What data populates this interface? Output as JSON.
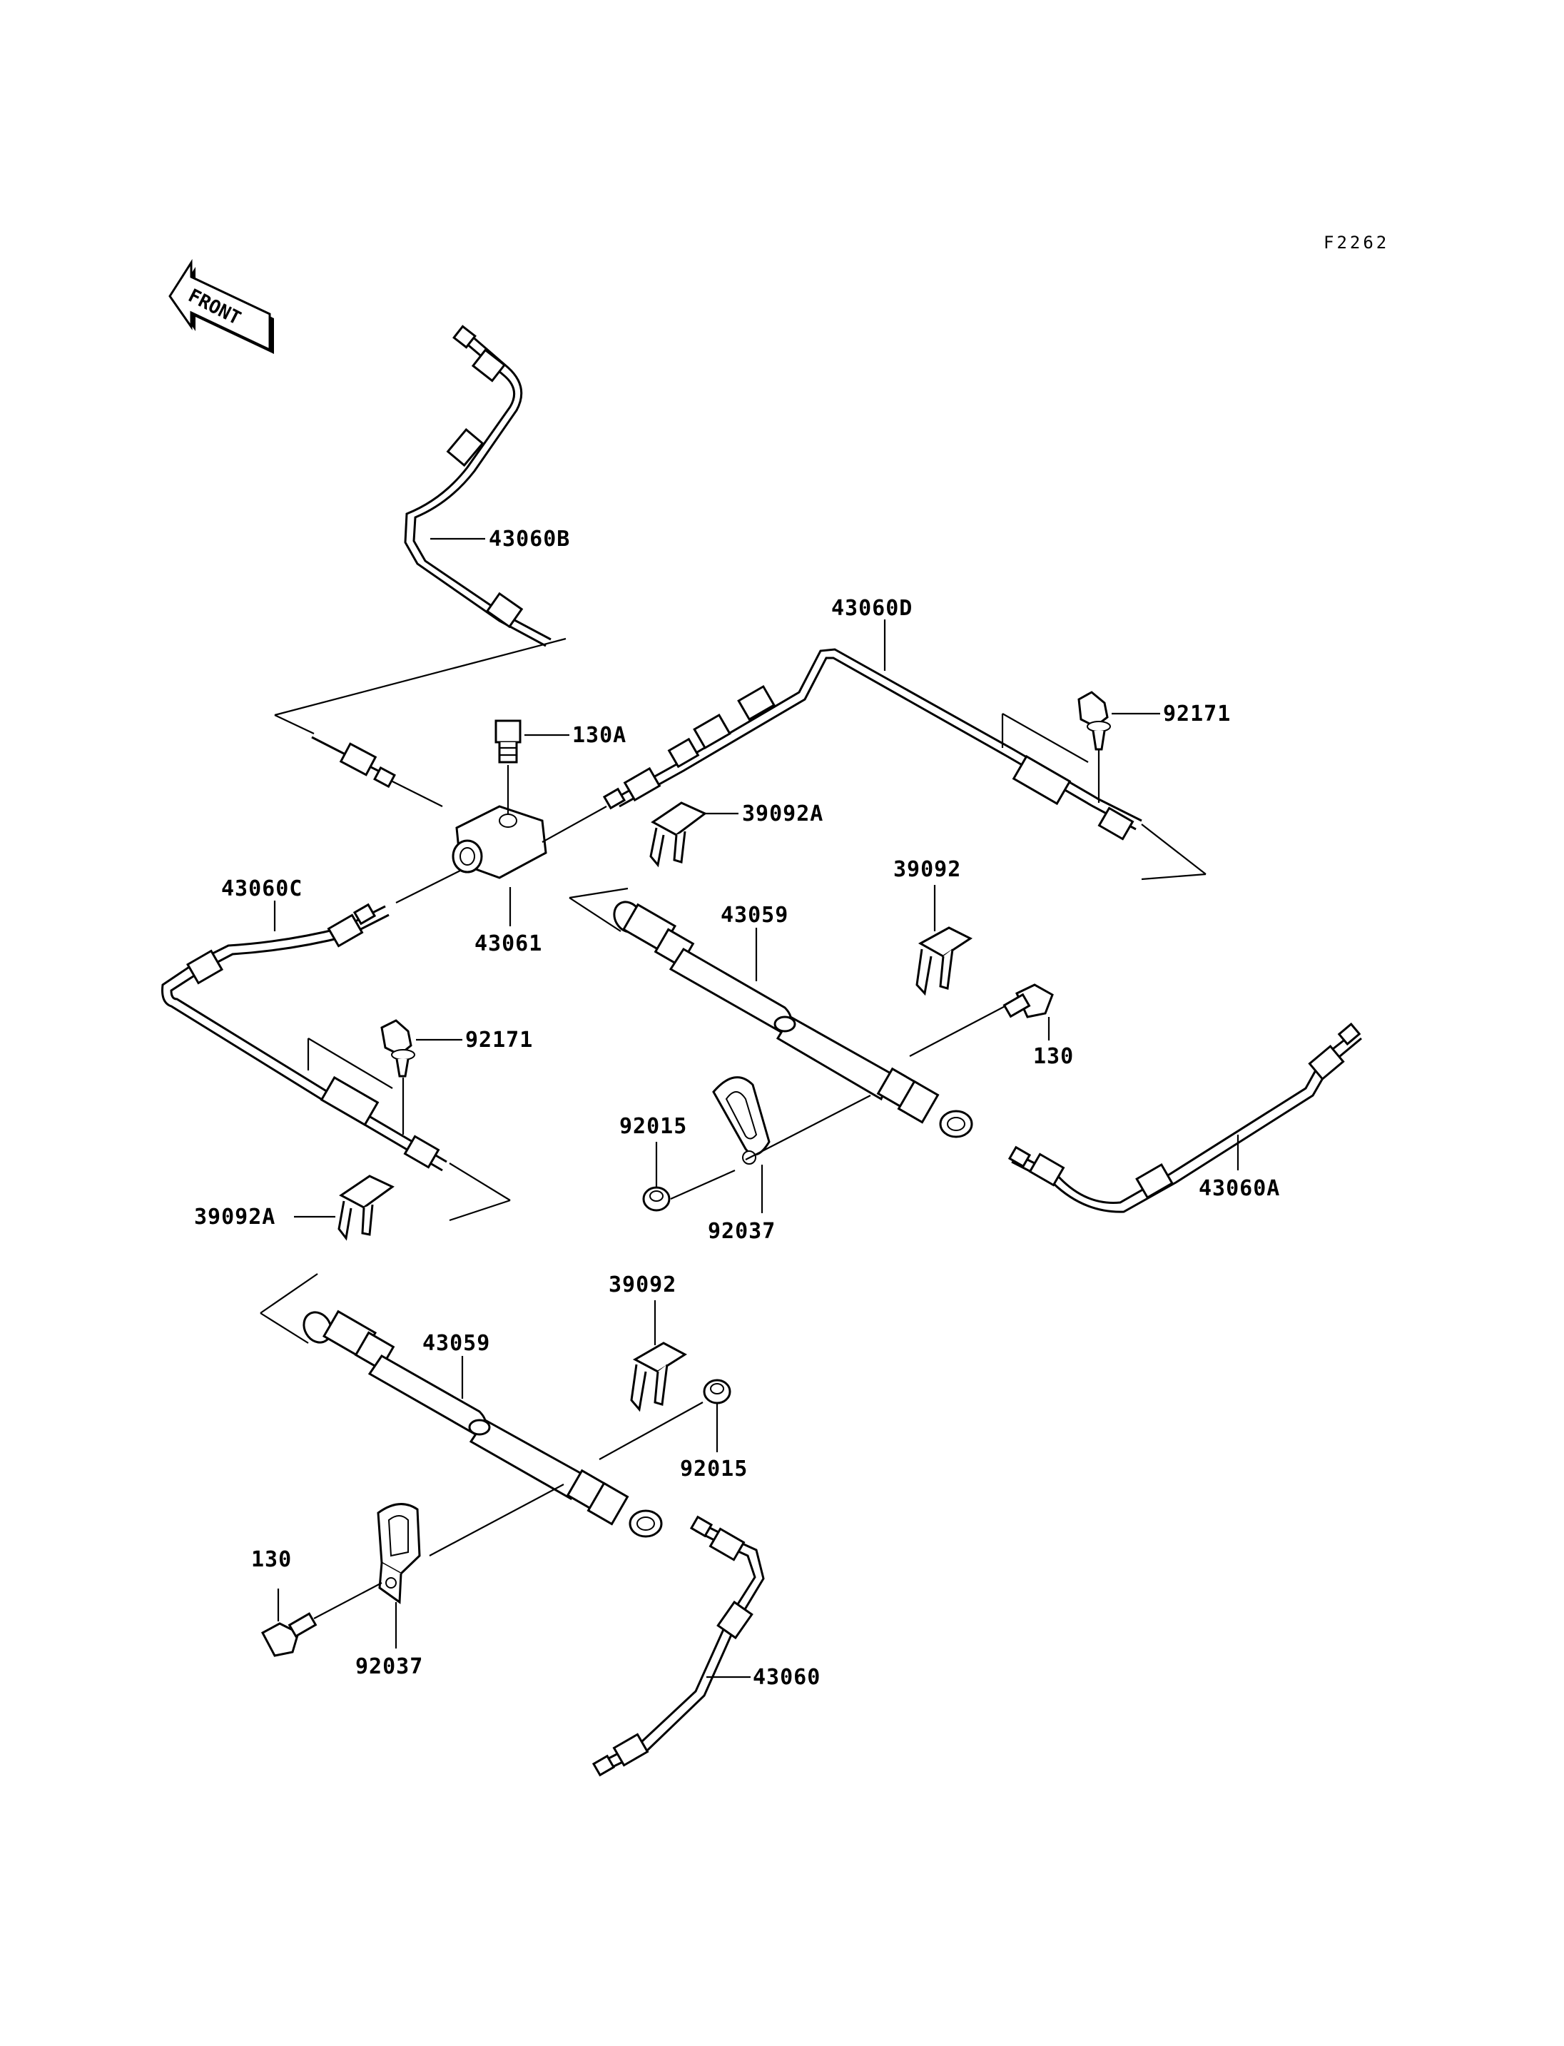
{
  "figure_id": "F2262",
  "front_label": "FRONT",
  "labels": {
    "p43060B": "43060B",
    "p43060D": "43060D",
    "p130A": "130A",
    "p92171_top": "92171",
    "p39092A_top": "39092A",
    "p43060C": "43060C",
    "p43061": "43061",
    "p39092_top": "39092",
    "p43059_top": "43059",
    "p130_right": "130",
    "p92171_left": "92171",
    "p92015_top": "92015",
    "p92037_top": "92037",
    "p43060A": "43060A",
    "p39092A_left": "39092A",
    "p39092_bottom": "39092",
    "p43059_bottom": "43059",
    "p92015_bottom": "92015",
    "p130_left": "130",
    "p92037_bottom": "92037",
    "p43060": "43060"
  }
}
